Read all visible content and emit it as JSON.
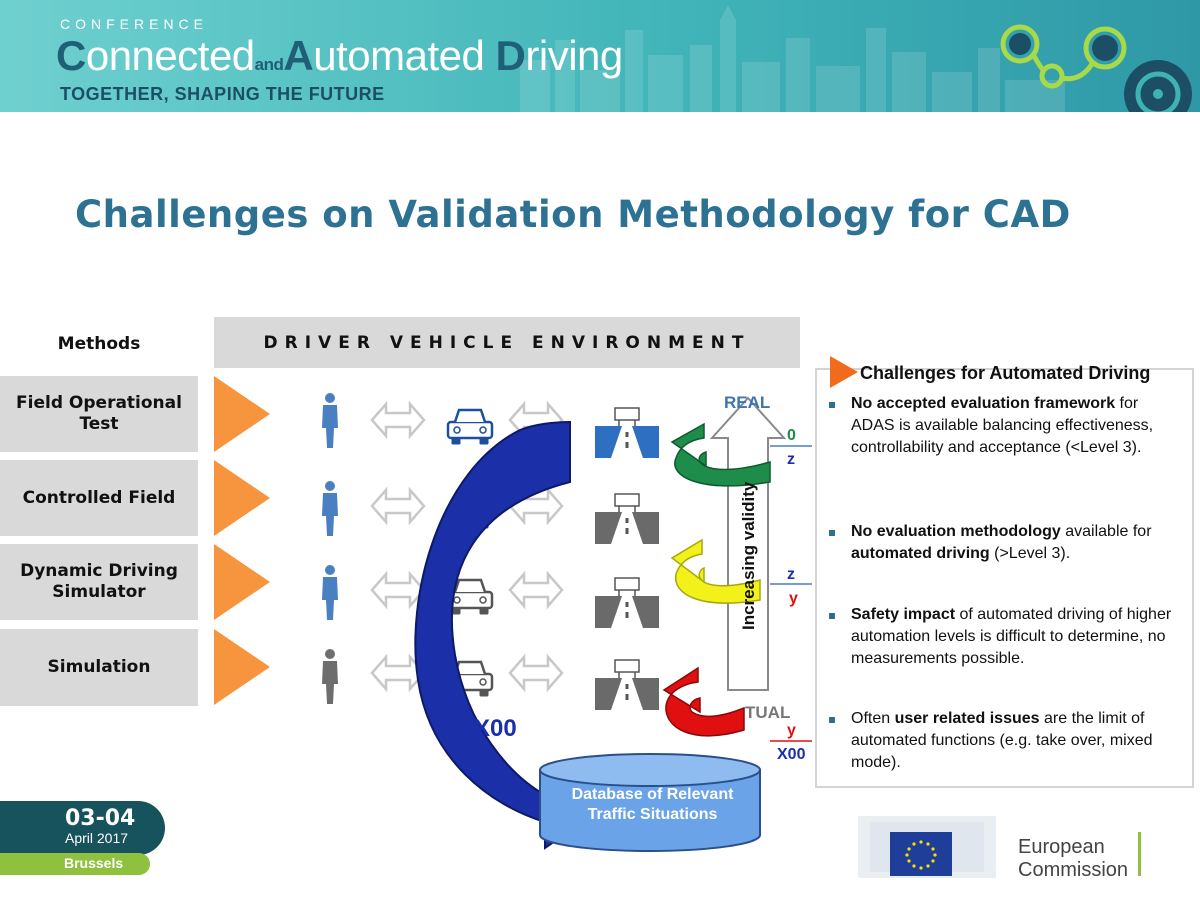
{
  "banner": {
    "kicker": "CONFERENCE",
    "title_parts": [
      "C",
      "onnected",
      "and",
      "A",
      "utomated ",
      "D",
      "riving"
    ],
    "tagline": "TOGETHER, SHAPING THE FUTURE"
  },
  "title": "Challenges on Validation Methodology for CAD",
  "table": {
    "methods_header": "Methods",
    "dve_header": "DRIVER VEHICLE ENVIRONMENT",
    "rows": [
      {
        "label_lines": [
          "Field Operational",
          "Test"
        ]
      },
      {
        "label_lines": [
          "Controlled Field"
        ]
      },
      {
        "label_lines": [
          "Dynamic Driving",
          "Simulator"
        ]
      },
      {
        "label_lines": [
          "Simulation"
        ]
      }
    ]
  },
  "diagram": {
    "real_label": "REAL",
    "virtual_label": "TUAL",
    "validity_label": "Increasing validity",
    "scale": {
      "l1": "0",
      "l2": "z",
      "l3": "z",
      "l4": "y",
      "l5": "y",
      "l6": "X00"
    },
    "x00_label": "X00",
    "database_lines": [
      "Database of Relevant",
      "Traffic Situations"
    ]
  },
  "panel": {
    "title": "Challenges for Automated Driving",
    "bullets": [
      {
        "b1": "No accepted evaluation framework",
        "t1": " for ADAS is available balancing effectiveness, controllability and acceptance (<Level 3)."
      },
      {
        "b1": "No evaluation methodology",
        "t1": " available for ",
        "b2": "automated driving",
        "t2": " (>Level 3)."
      },
      {
        "b1": "Safety impact",
        "t1": " of automated driving of higher automation levels is difficult to determine, no measurements possible."
      },
      {
        "t0": "Often ",
        "b1": "user related issues",
        "t1": " are the limit of automated functions (e.g. take over, mixed mode)."
      }
    ]
  },
  "footer": {
    "date": "03-04",
    "month": "April 2017",
    "city": "Brussels",
    "ec_line1": "European",
    "ec_line2": "Commission"
  },
  "colors": {
    "title": "#2d7193",
    "arrow_orange": "#f7953e",
    "person_blue": "#4a7fc1",
    "arrow_navy": "#1a2fa8",
    "arrow_green": "#1e8c4a",
    "arrow_yellow": "#f2f21a",
    "arrow_red": "#e01010",
    "db_blue": "#6aa3e8"
  }
}
